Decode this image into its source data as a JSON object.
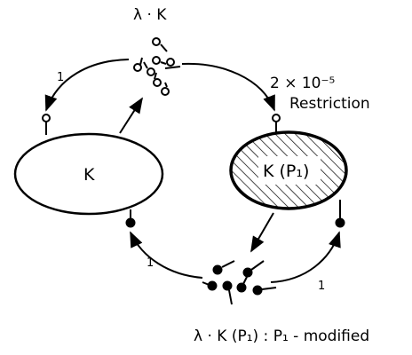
{
  "labels": {
    "top_phage": "λ · K",
    "bottom_phage": "λ · K (P₁) : P₁ - modified",
    "left_cell": "K",
    "right_cell": "K (P₁)",
    "restriction_rate": "2 × 10⁻⁵",
    "restriction_word": "Restriction",
    "rate_top_left": "1",
    "rate_bottom_left": "1",
    "rate_bottom_right": "1"
  },
  "legend_semantics": {
    "open_circle_phage": "unmodified phage",
    "filled_circle_phage": "P1-modified phage",
    "hatched_cell": "P1 lysogen (restricting host)"
  }
}
